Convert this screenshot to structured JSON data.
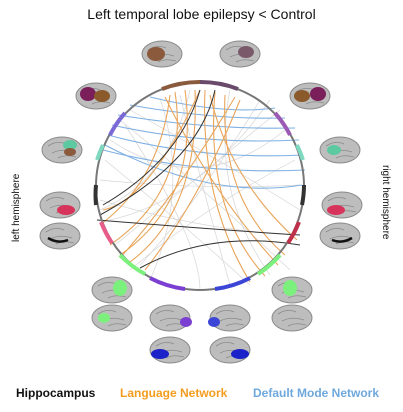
{
  "title": "Left temporal lobe epilepsy < Control",
  "labels": {
    "left": "left hemisphere",
    "right": "right hemisphere"
  },
  "legend": [
    {
      "label": "Hippocampus",
      "color": "#111111"
    },
    {
      "label": "Language Network",
      "color": "#f39c1f"
    },
    {
      "label": "Default Mode Network",
      "color": "#6fa8dc"
    }
  ],
  "colors": {
    "language": "#e9a55a",
    "dmn": "#7fb1e4",
    "hippocampus": "#333333",
    "background_edges": "#d9d9d9"
  },
  "icons": {
    "brain": "brain-icon"
  }
}
